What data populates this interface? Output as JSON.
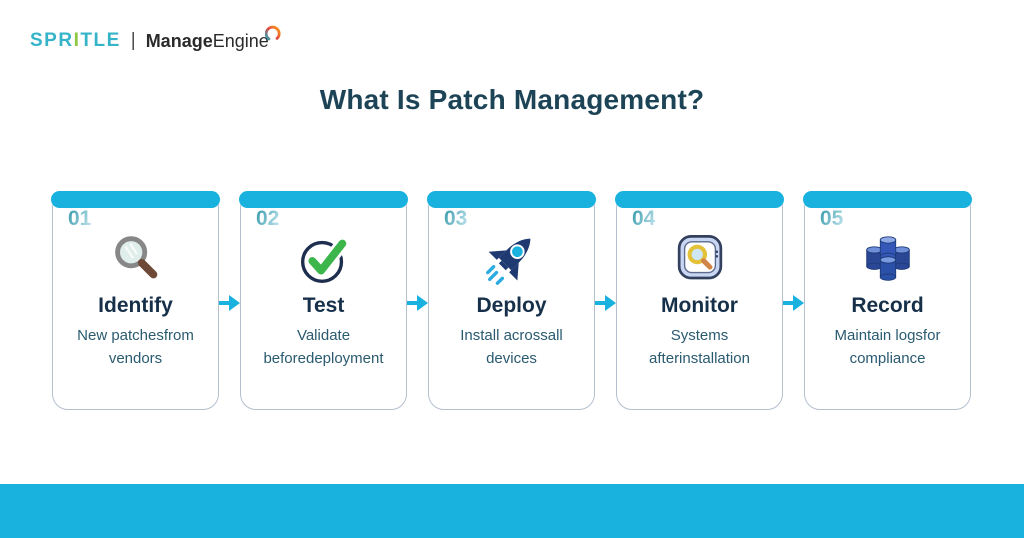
{
  "logo": {
    "spritle_pre": "SPR",
    "spritle_green": "I",
    "spritle_post": "TLE",
    "separator": "|",
    "brand_bold": "Manage",
    "brand_regular": "Engine"
  },
  "title": {
    "text": "What Is Patch Management?"
  },
  "steps": [
    {
      "number": "01",
      "icon": "magnifier-icon",
      "title": "Identify",
      "description": "New patchesfrom vendors"
    },
    {
      "number": "02",
      "icon": "check-circle-icon",
      "title": "Test",
      "description": "Validate beforedeployment"
    },
    {
      "number": "03",
      "icon": "rocket-icon",
      "title": "Deploy",
      "description": "Install acrossall devices"
    },
    {
      "number": "04",
      "icon": "monitor-scan-icon",
      "title": "Monitor",
      "description": "Systems afterinstallation"
    },
    {
      "number": "05",
      "icon": "database-icon",
      "title": "Record",
      "description": "Maintain logsfor compliance"
    }
  ],
  "colors": {
    "accent_cyan": "#19b1de",
    "title_navy": "#1d4456",
    "card_title_navy": "#17304a",
    "description_teal": "#2a5a70",
    "card_border": "#b3c0ce",
    "spritle_teal": "#35b4c9",
    "spritle_green": "#8dc63f",
    "check_green": "#3cb54a",
    "icon_navy": "#1e3a70"
  }
}
